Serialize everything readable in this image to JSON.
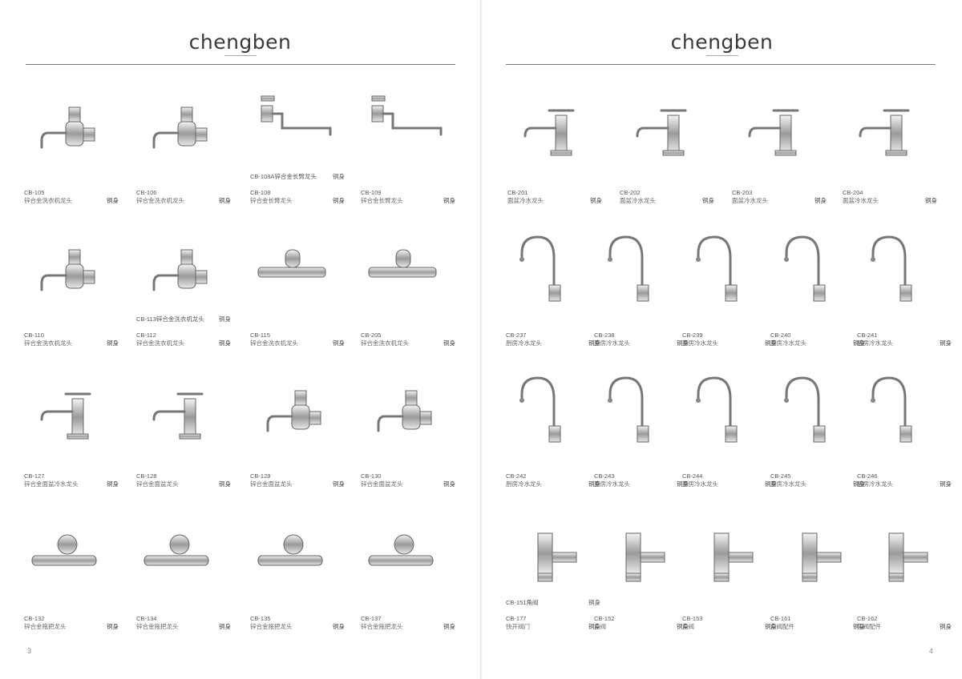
{
  "brand": "chengben",
  "left_page": {
    "page_number": "3",
    "products": [
      {
        "code": "CB-105",
        "desc": "锌合金洗衣机龙头",
        "mat": "铜身"
      },
      {
        "code": "CB-106",
        "desc": "锌合金洗衣机龙头",
        "mat": "铜身"
      },
      {
        "code": "CB-108",
        "desc": "锌合金长臂龙头",
        "mat": "铜身",
        "extra_code": "CB-108A",
        "extra_desc": "锌合金长臂龙头",
        "extra_mat": "铜身"
      },
      {
        "code": "CB-109",
        "desc": "锌合金长臂龙头",
        "mat": "铜身"
      },
      {
        "code": "CB-110",
        "desc": "锌合金洗衣机龙头",
        "mat": "铜身"
      },
      {
        "code": "CB-112",
        "desc": "锌合金洗衣机龙头",
        "mat": "铜身",
        "extra_code": "CB-113",
        "extra_desc": "锌合金洗衣机龙头",
        "extra_mat": "铜身"
      },
      {
        "code": "CB-115",
        "desc": "锌合金洗衣机龙头",
        "mat": "铜身"
      },
      {
        "code": "CB-205",
        "desc": "锌合金洗衣机龙头",
        "mat": "铜身"
      },
      {
        "code": "CB-127",
        "desc": "锌合金面盆冷水龙头",
        "mat": "铜身"
      },
      {
        "code": "CB-128",
        "desc": "锌合金面盆龙头",
        "mat": "铜身"
      },
      {
        "code": "CB-129",
        "desc": "锌合金面盆龙头",
        "mat": "铜身"
      },
      {
        "code": "CB-130",
        "desc": "锌合金面盆龙头",
        "mat": "铜身"
      },
      {
        "code": "CB-132",
        "desc": "锌合金拖把龙头",
        "mat": "铜身"
      },
      {
        "code": "CB-134",
        "desc": "锌合金拖把龙头",
        "mat": "铜身"
      },
      {
        "code": "CB-135",
        "desc": "锌合金拖把龙头",
        "mat": "铜身"
      },
      {
        "code": "CB-137",
        "desc": "锌合金拖把龙头",
        "mat": "铜身"
      }
    ]
  },
  "right_page": {
    "page_number": "4",
    "products": [
      {
        "code": "CB-201",
        "desc": "面盆冷水龙头",
        "mat": "铜身"
      },
      {
        "code": "CB-202",
        "desc": "面盆冷水龙头",
        "mat": "铜身"
      },
      {
        "code": "CB-203",
        "desc": "面盆冷水龙头",
        "mat": "铜身"
      },
      {
        "code": "CB-204",
        "desc": "面盆冷水龙头",
        "mat": "铜身"
      },
      {
        "code": "CB-237",
        "desc": "厨房冷水龙头",
        "mat": "铜身"
      },
      {
        "code": "CB-238",
        "desc": "厨房冷水龙头",
        "mat": "铜身"
      },
      {
        "code": "CB-239",
        "desc": "厨房冷水龙头",
        "mat": "铜身"
      },
      {
        "code": "CB-240",
        "desc": "厨房冷水龙头",
        "mat": "铜身"
      },
      {
        "code": "CB-241",
        "desc": "厨房冷水龙头",
        "mat": "铜身"
      },
      {
        "code": "CB-242",
        "desc": "厨房冷水龙头",
        "mat": "铜身"
      },
      {
        "code": "CB-243",
        "desc": "厨房冷水龙头",
        "mat": "铜身"
      },
      {
        "code": "CB-244",
        "desc": "厨房冷水龙头",
        "mat": "铜身"
      },
      {
        "code": "CB-245",
        "desc": "厨房冷水龙头",
        "mat": "铜身"
      },
      {
        "code": "CB-246",
        "desc": "厨房冷水龙头",
        "mat": "铜身"
      },
      {
        "code": "CB-177",
        "desc": "快开阀门",
        "mat": "铜身",
        "extra_code": "CB-151",
        "extra_desc": "角阀",
        "extra_mat": "铜身"
      },
      {
        "code": "CB-152",
        "desc": "角阀",
        "mat": "铜身"
      },
      {
        "code": "CB-153",
        "desc": "角阀",
        "mat": "铜身"
      },
      {
        "code": "CB-161",
        "desc": "角阀配件",
        "mat": "铜身"
      },
      {
        "code": "CB-162",
        "desc": "角阀配件",
        "mat": "铜身"
      }
    ]
  }
}
